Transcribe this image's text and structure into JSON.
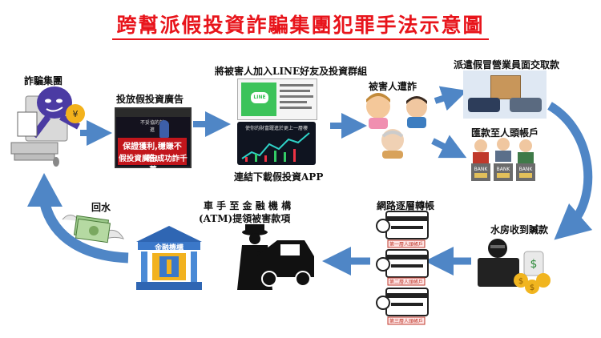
{
  "title": "跨幫派假投資詐騙集團犯罪手法示意圖",
  "steps": {
    "fraud_group": "詐騙集團",
    "ads": "投放假投資廣告",
    "add_line": "將被害人加入LINE好友及投資群組",
    "download_app": "連結下載假投資APP",
    "victims": "被害人遭詐",
    "courier": "派遣假冒營業員面交取款",
    "remit": "匯款至人頭帳戶",
    "money_house": "水房收到贓款",
    "layered_transfer": "網路逐層轉帳",
    "withdraw_line1": "車 手 至 金 融 機 構",
    "withdraw_line2": "(ATM)提領被害款項",
    "return_funds": "回水"
  },
  "ad_screen": {
    "headline": "保證獲利,穩賺不賠!",
    "caption": "假投資廣告成功詐千萬",
    "small_text": "不妥協的前進"
  },
  "app_screen": {
    "text": "使你的財富躍進於更上一層樓"
  },
  "bank": {
    "sign": "金融機構",
    "tag": "BANK"
  },
  "accounts": [
    "第一層人頭帳戶",
    "第二層人頭帳戶",
    "第三層人頭帳戶"
  ],
  "colors": {
    "title": "#e8141b",
    "arrow": "#4f86c6",
    "arrow_light": "#7aa7da"
  }
}
